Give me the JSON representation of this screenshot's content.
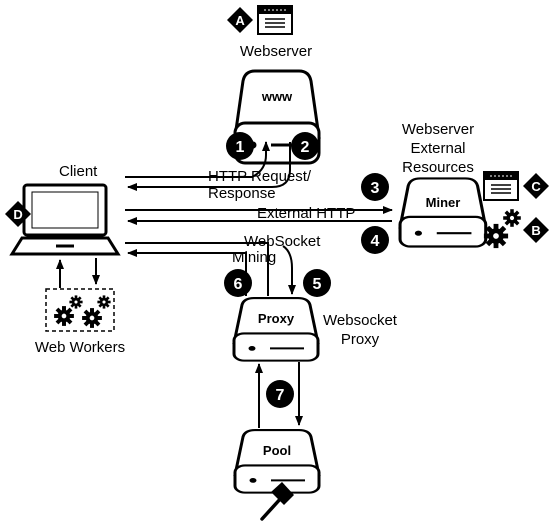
{
  "servers": {
    "webserver": {
      "title": "Webserver",
      "label": "www"
    },
    "miner": {
      "title_lines": [
        "Webserver",
        "External",
        "Resources"
      ],
      "label": "Miner"
    },
    "proxy": {
      "title_lines": [
        "Websocket",
        "Proxy"
      ],
      "label": "Proxy"
    },
    "pool": {
      "label": "Pool"
    }
  },
  "client": {
    "title": "Client"
  },
  "web_workers": {
    "title": "Web Workers"
  },
  "flows": {
    "http_request": "HTTP Request/",
    "response": "Response",
    "external_http": "External HTTP",
    "websocket": "WebSocket",
    "mining": "Mining"
  },
  "steps": [
    "1",
    "2",
    "3",
    "4",
    "5",
    "6",
    "7"
  ],
  "markers": [
    "A",
    "B",
    "C",
    "D"
  ],
  "icons": {
    "document": "document-icon",
    "gears": "gears-icon",
    "hammer": "hammer-icon",
    "laptop": "laptop-icon",
    "server": "server-icon"
  }
}
